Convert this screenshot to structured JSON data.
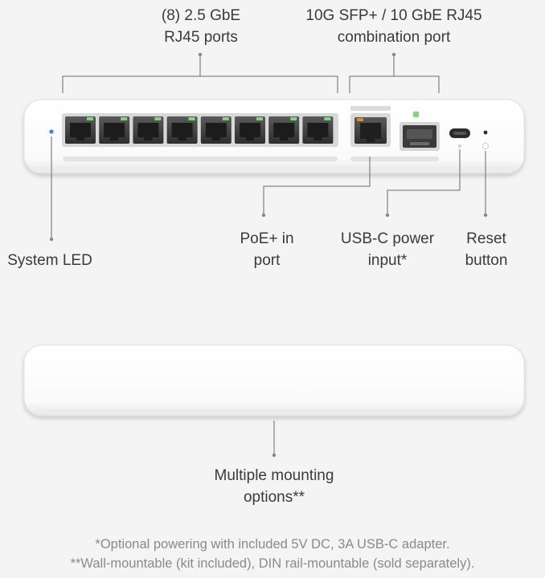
{
  "callouts": {
    "rj45_ports": "(8) 2.5 GbE\nRJ45 ports",
    "combo_port": "10G SFP+ / 10 GbE RJ45\ncombination port",
    "system_led": "System LED",
    "poe_in": "PoE+ in\nport",
    "usbc_power": "USB-C power\ninput*",
    "reset": "Reset\nbutton",
    "mounting": "Multiple mounting\noptions**"
  },
  "footnotes": {
    "line1": "*Optional powering with included 5V DC, 3A USB-C adapter.",
    "line2": "**Wall-mountable (kit included), DIN rail-mountable (sold separately)."
  },
  "colors": {
    "background": "#f4f4f4",
    "device_body": "#ffffff",
    "port_led": "#7fd67f",
    "system_led": "#3b82f6",
    "callout_line": "#888888"
  },
  "icons": {
    "rj45": "rj45-port-icon",
    "sfp": "sfp-port-icon",
    "usbc": "usb-c-port-icon",
    "reset": "reset-pinhole-icon"
  }
}
